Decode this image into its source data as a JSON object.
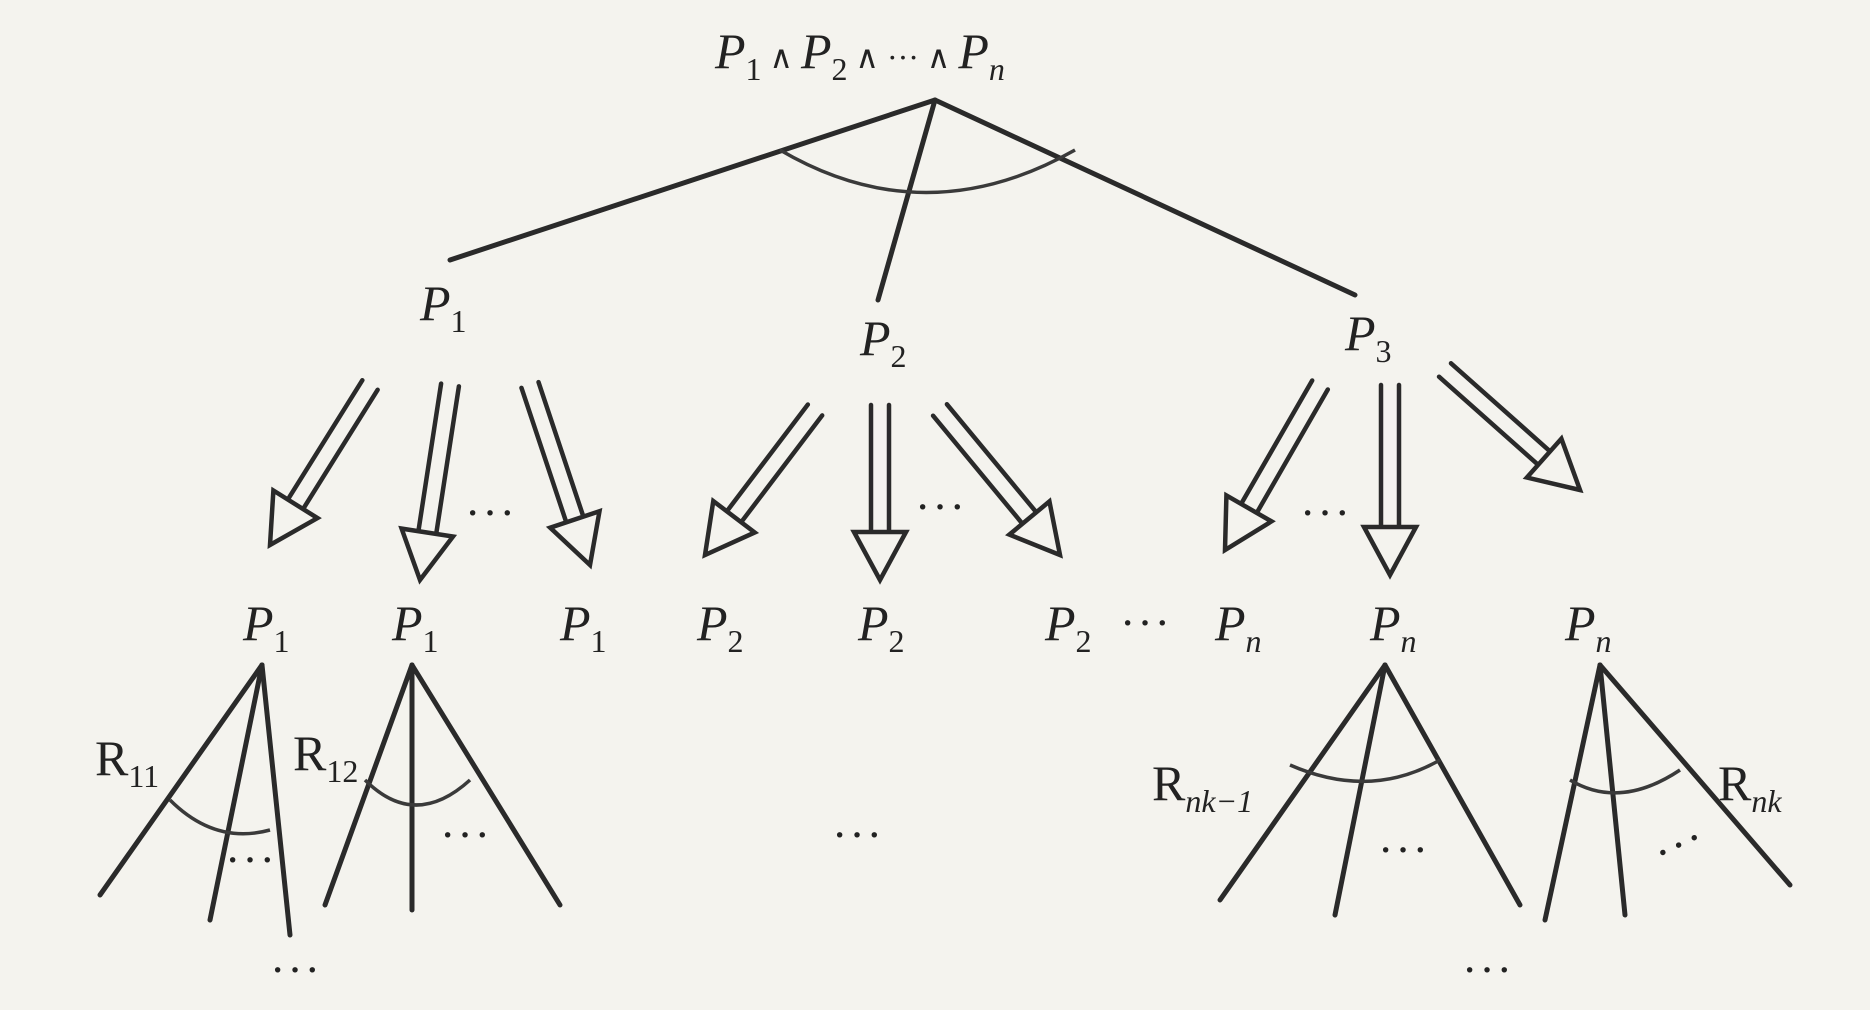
{
  "root": {
    "base": "P",
    "parts": [
      {
        "sub": "1",
        "sep": " ∧ "
      },
      {
        "sub": "2",
        "sep": " ∧ ··· ∧ "
      },
      {
        "sub": "n",
        "sep": ""
      }
    ]
  },
  "level1": [
    {
      "base": "P",
      "sub": "1"
    },
    {
      "base": "P",
      "sub": "2"
    },
    {
      "base": "P",
      "sub": "3"
    }
  ],
  "level2": [
    {
      "base": "P",
      "sub": "1"
    },
    {
      "base": "P",
      "sub": "1"
    },
    {
      "base": "P",
      "sub": "1"
    },
    {
      "base": "P",
      "sub": "2"
    },
    {
      "base": "P",
      "sub": "2"
    },
    {
      "base": "P",
      "sub": "2"
    },
    {
      "base": "P",
      "sub": "n"
    },
    {
      "base": "P",
      "sub": "n"
    },
    {
      "base": "P",
      "sub": "n"
    }
  ],
  "rules": [
    {
      "base": "R",
      "sub": "11"
    },
    {
      "base": "R",
      "sub": "12"
    },
    {
      "base": "R",
      "sub": "nk−1"
    },
    {
      "base": "R",
      "sub": "nk"
    }
  ],
  "ellipsis": "···"
}
